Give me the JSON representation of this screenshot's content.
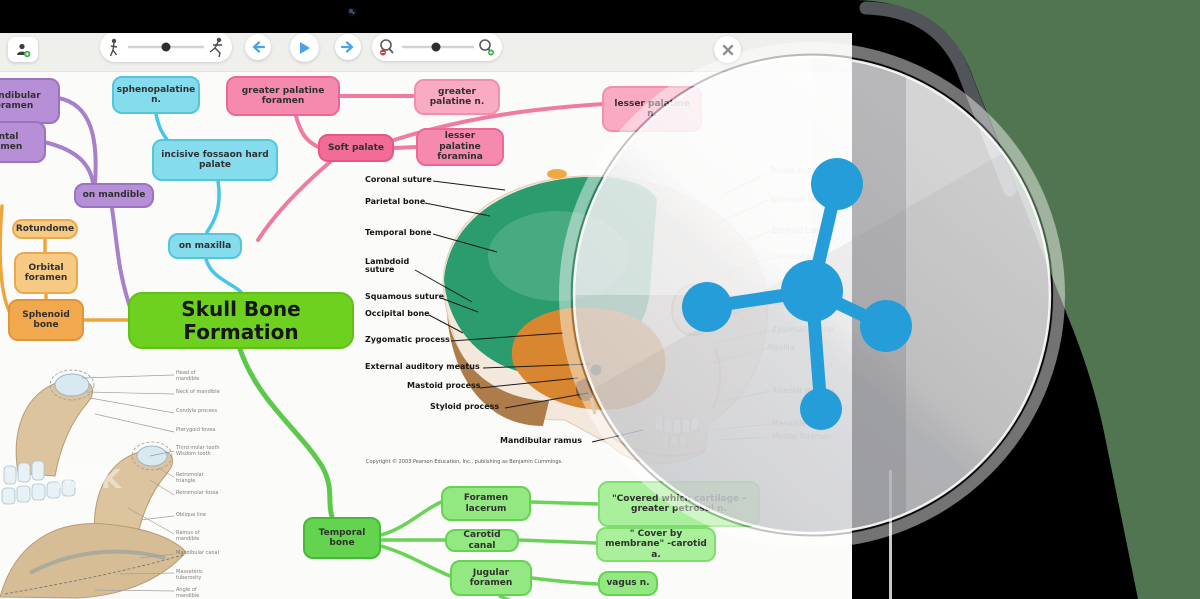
{
  "app": {
    "close_icon": "✕"
  },
  "toolbar": {
    "icons": [
      "add-presenter-icon",
      "walk-speed-icon",
      "speed-slider",
      "run-speed-icon",
      "previous-icon",
      "play-icon",
      "next-icon",
      "zoom-out-icon",
      "zoom-slider",
      "zoom-in-icon",
      "close-icon"
    ]
  },
  "mindmap": {
    "title": "Skull Bone Formation",
    "purple_nodes": [
      "Mandibular foramen",
      "Mental foramen",
      "on mandible"
    ],
    "orange_nodes": [
      "Rotundome",
      "Orbital foramen",
      "Sphenoid bone"
    ],
    "blue_nodes": [
      "sphenopalatine n.",
      "incisive fossaon hard palate",
      "on maxilla"
    ],
    "pink_nodes": [
      "greater palatine foramen",
      "greater palatine n.",
      "Soft palate",
      "lesser palatine foramina",
      "lesser palatine n."
    ],
    "green_nodes": [
      "Temporal bone",
      "Foramen lacerum",
      "Carotid canal",
      "Jugular foramen",
      "\"Covered which cartilage -greater petrosal n.",
      "\" Cover by membrane\" -carotid a.",
      "vagus n."
    ]
  },
  "skull_figure": {
    "labels": [
      "Coronal suture",
      "Parietal bone",
      "Temporal bone",
      "Lambdoid suture",
      "Squamous suture",
      "Occipital bone",
      "Zygomatic process",
      "External auditory meatus",
      "Mastoid process",
      "Styloid process",
      "Mandibular ramus"
    ],
    "faded_labels": [
      "Frontal bone",
      "Sphenoid bone",
      "Ethmoid bone",
      "Lacrimal bone",
      "Nasal bone",
      "Zygomatic bone",
      "Maxilla",
      "Alveolar margins",
      "Mandible (body)",
      "Mental foramen"
    ],
    "copyright": "Copyright © 2003 Pearson Education, Inc., publishing as Benjamin Cummings."
  },
  "mandible_figure": {
    "labels": [
      "Head of mandible",
      "Neck of mandible",
      "Condyle process",
      "Pterygoid fovea",
      "Third molar tooth Wisdom tooth",
      "Retromolar triangle",
      "Retromolar fossa",
      "Oblique line",
      "Ramus of mandible",
      "Mandibular canal",
      "Masseteric tuberosity",
      "Angle of mandible"
    ]
  },
  "colors": {
    "background": "#527551",
    "tablet": "#000000",
    "screen": "#fbfbf9",
    "accent_blue_logo": "#259dd8",
    "title_green": "#6fd11f",
    "purple": "#b78fd6",
    "orange": "#f2a94e",
    "cyan": "#84dcec",
    "pink": "#f589ae",
    "green": "#64d44e"
  }
}
